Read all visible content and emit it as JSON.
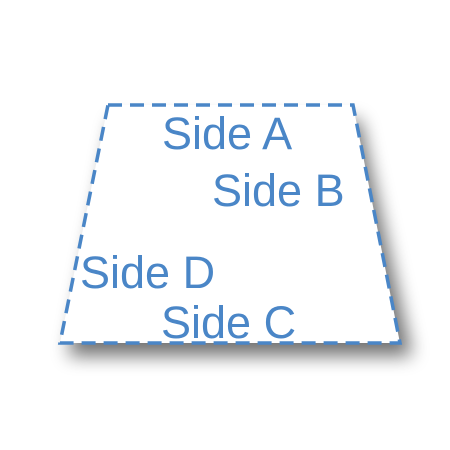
{
  "colors": {
    "outline": "#4a86c7",
    "label": "#4a86c7",
    "fill": "#ffffff",
    "shadow": "#000000"
  },
  "labels": {
    "side_a": "Side A",
    "side_b": "Side B",
    "side_c": "Side C",
    "side_d": "Side D"
  }
}
